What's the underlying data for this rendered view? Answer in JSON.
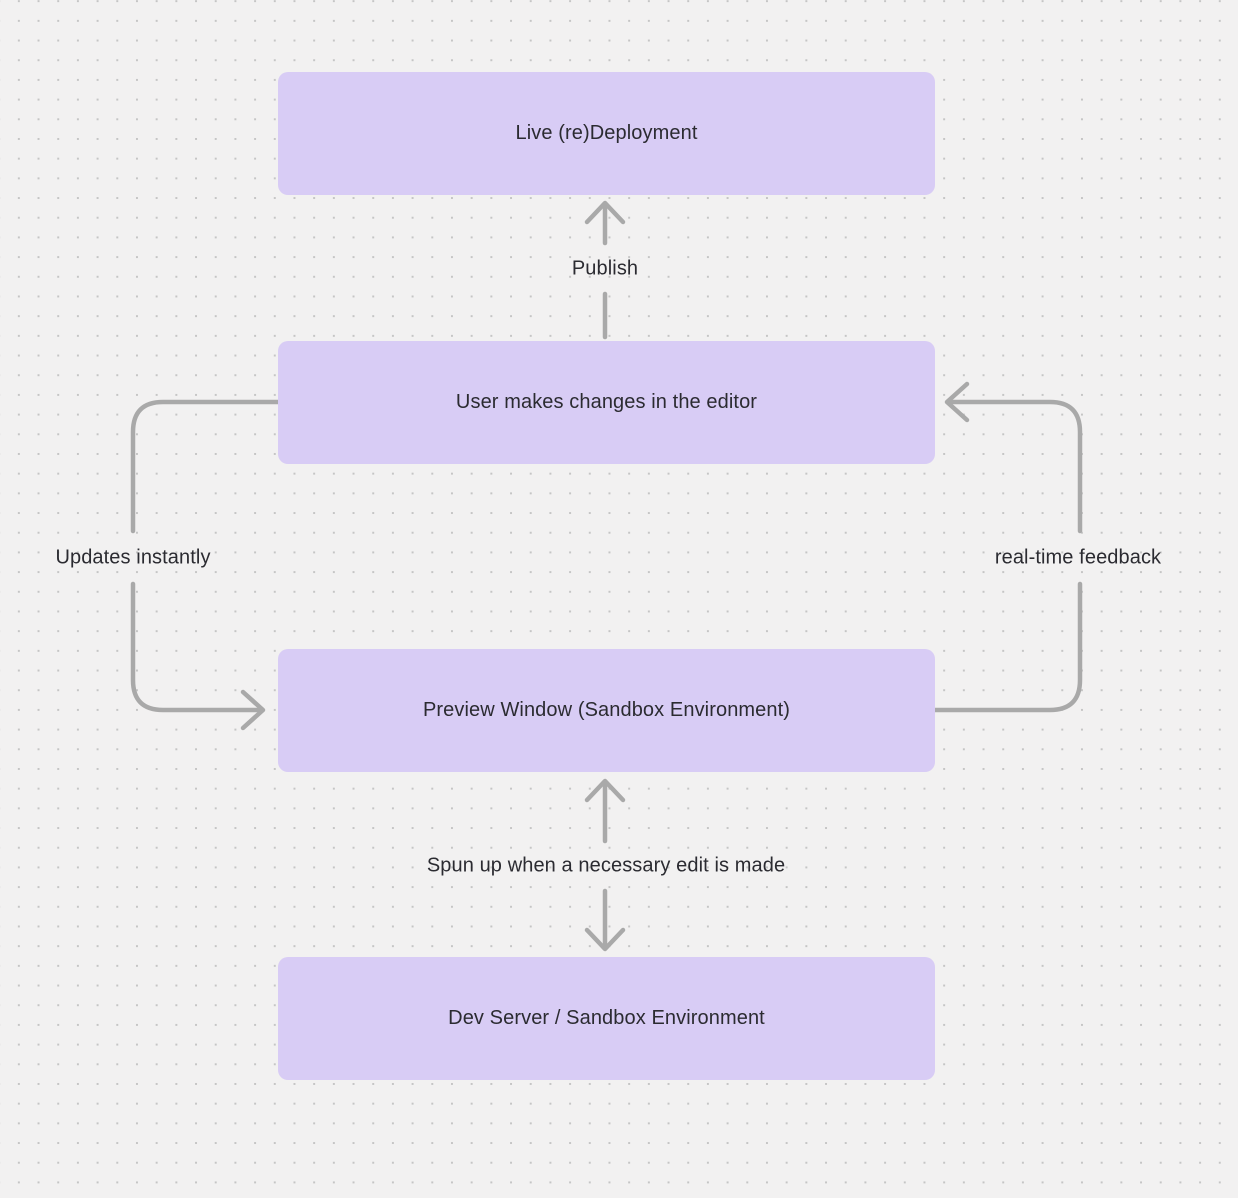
{
  "canvas": {
    "background_color": "#f2f1f1",
    "dot_color": "#c5c5c5"
  },
  "diagram": {
    "colors": {
      "node_fill": "#d8ccf5",
      "arrow": "#a9a9a9",
      "text": "#2b2b31"
    },
    "nodes": [
      {
        "id": "live-deployment",
        "label": "Live (re)Deployment"
      },
      {
        "id": "editor-changes",
        "label": "User makes changes in the editor"
      },
      {
        "id": "preview-window",
        "label": "Preview Window (Sandbox Environment)"
      },
      {
        "id": "dev-server",
        "label": "Dev Server / Sandbox Environment"
      }
    ],
    "edges": [
      {
        "from": "editor-changes",
        "to": "live-deployment",
        "label": "Publish",
        "direction": "up"
      },
      {
        "from": "editor-changes",
        "to": "preview-window",
        "label": "Updates instantly",
        "direction": "left-loop-down"
      },
      {
        "from": "preview-window",
        "to": "editor-changes",
        "label": "real-time feedback",
        "direction": "right-loop-up"
      },
      {
        "from": "preview-window",
        "to": "dev-server",
        "label": "Spun up when a necessary edit is made",
        "direction": "bidirectional"
      }
    ]
  }
}
